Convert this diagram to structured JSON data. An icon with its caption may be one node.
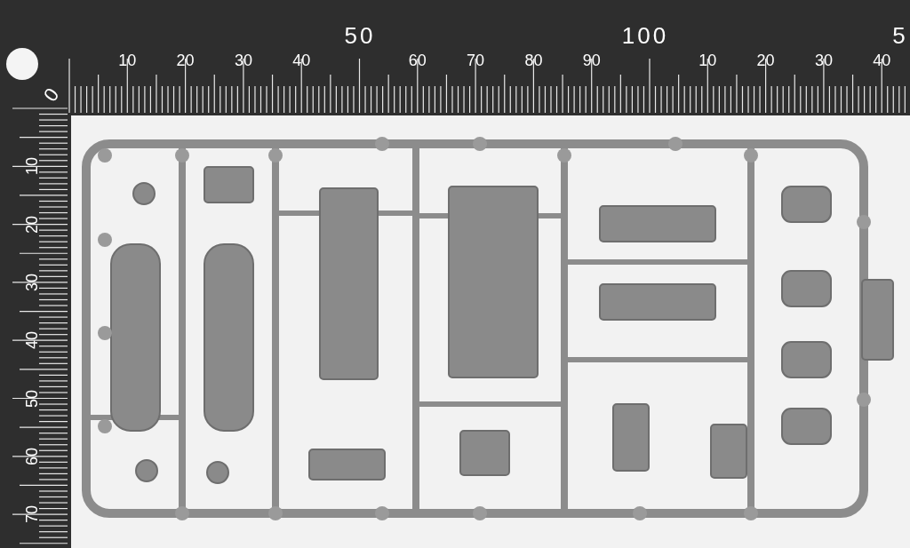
{
  "diagram": {
    "labels": [
      "50",
      "100",
      "5",
      "10",
      "20",
      "30",
      "40",
      "60",
      "70",
      "80",
      "90",
      "10",
      "20",
      "30",
      "40",
      "0",
      "10",
      "20",
      "30",
      "40",
      "50",
      "60",
      "70"
    ]
  }
}
